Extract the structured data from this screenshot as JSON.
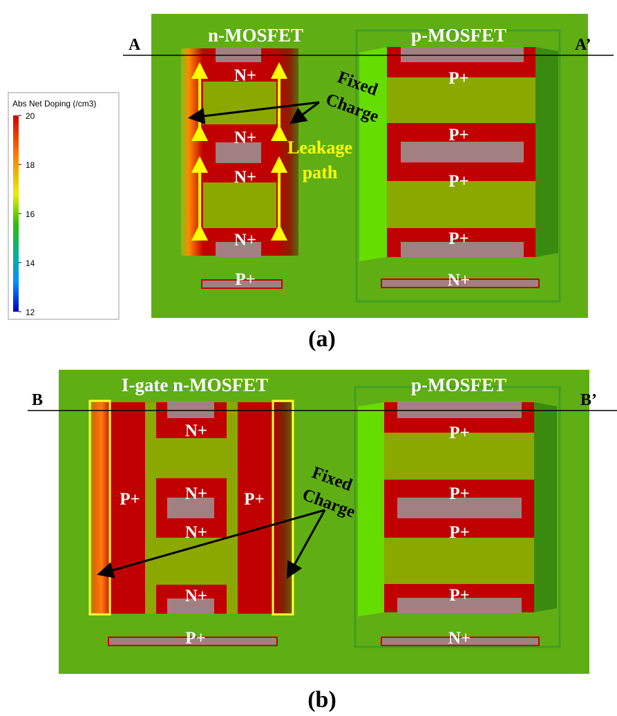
{
  "legend": {
    "title": "Abs Net Doping (/cm3)",
    "ticks": [
      "20",
      "18",
      "16",
      "14",
      "12"
    ],
    "colorscale": [
      "#d40000",
      "#ff8000",
      "#ffff00",
      "#00c000",
      "#00c0c0",
      "#0080ff",
      "#0000c0"
    ]
  },
  "panel_a": {
    "caption": "(a)",
    "cut_left": "A",
    "cut_right": "A’",
    "nmos_title": "n-MOSFET",
    "pmos_title": "p-MOSFET",
    "nmos_regions": [
      "N+",
      "N+",
      "N+",
      "N+"
    ],
    "nmos_body_contact": "P+",
    "pmos_regions": [
      "P+",
      "P+",
      "P+",
      "P+"
    ],
    "pmos_body_contact": "N+",
    "annotation_fixed": [
      "Fixed",
      "Charge"
    ],
    "annotation_leakage": [
      "Leakage",
      "path"
    ]
  },
  "panel_b": {
    "caption": "(b)",
    "cut_left": "B",
    "cut_right": "B’",
    "nmos_title": "I-gate n-MOSFET",
    "pmos_title": "p-MOSFET",
    "nmos_regions": [
      "N+",
      "N+",
      "N+",
      "N+"
    ],
    "nmos_gate_sides": [
      "P+",
      "P+"
    ],
    "nmos_body_contact": "P+",
    "pmos_regions": [
      "P+",
      "P+",
      "P+",
      "P+"
    ],
    "pmos_body_contact": "N+",
    "annotation_fixed": [
      "Fixed",
      "Charge"
    ]
  },
  "colors": {
    "substrate": "#5fae14",
    "channel": "#8aa800",
    "diffusion": "#c00000",
    "contact": "#a08080",
    "sidewall_light": "#66dd00",
    "sidewall_dark": "#3a8a10",
    "highlight_box": "#ffff33",
    "leakage_arrow": "#ffff00"
  }
}
